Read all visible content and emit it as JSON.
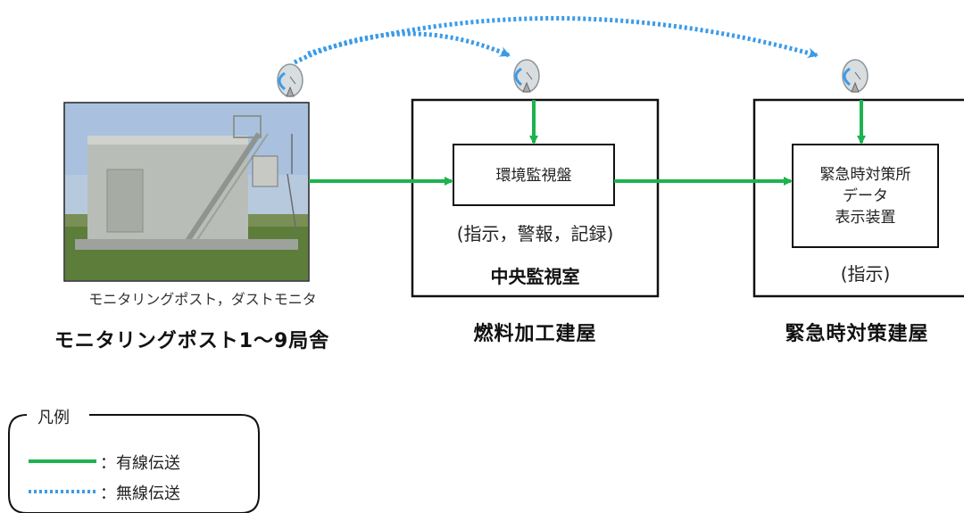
{
  "monitoring_post": {
    "caption": "モニタリングポスト，ダストモニタ",
    "title": "モニタリングポスト1～9局舎"
  },
  "central": {
    "panel": "環境監視盤",
    "functions": "(指示，警報，記録)",
    "room": "中央監視室",
    "building": "燃料加工建屋"
  },
  "emergency": {
    "panel_lines": [
      "緊急時対策所",
      "データ",
      "表示装置"
    ],
    "functions": "(指示)",
    "building": "緊急時対策建屋"
  },
  "legend": {
    "title": "凡例",
    "items": [
      {
        "label": "：有線伝送",
        "style": "solid",
        "color": "#1db34e"
      },
      {
        "label": "：無線伝送",
        "style": "dotted",
        "color": "#3b9be8"
      }
    ]
  },
  "colors": {
    "wired": "#1db34e",
    "wireless": "#3b9be8"
  },
  "icons": [
    "antenna-icon",
    "antenna-icon",
    "antenna-icon"
  ]
}
